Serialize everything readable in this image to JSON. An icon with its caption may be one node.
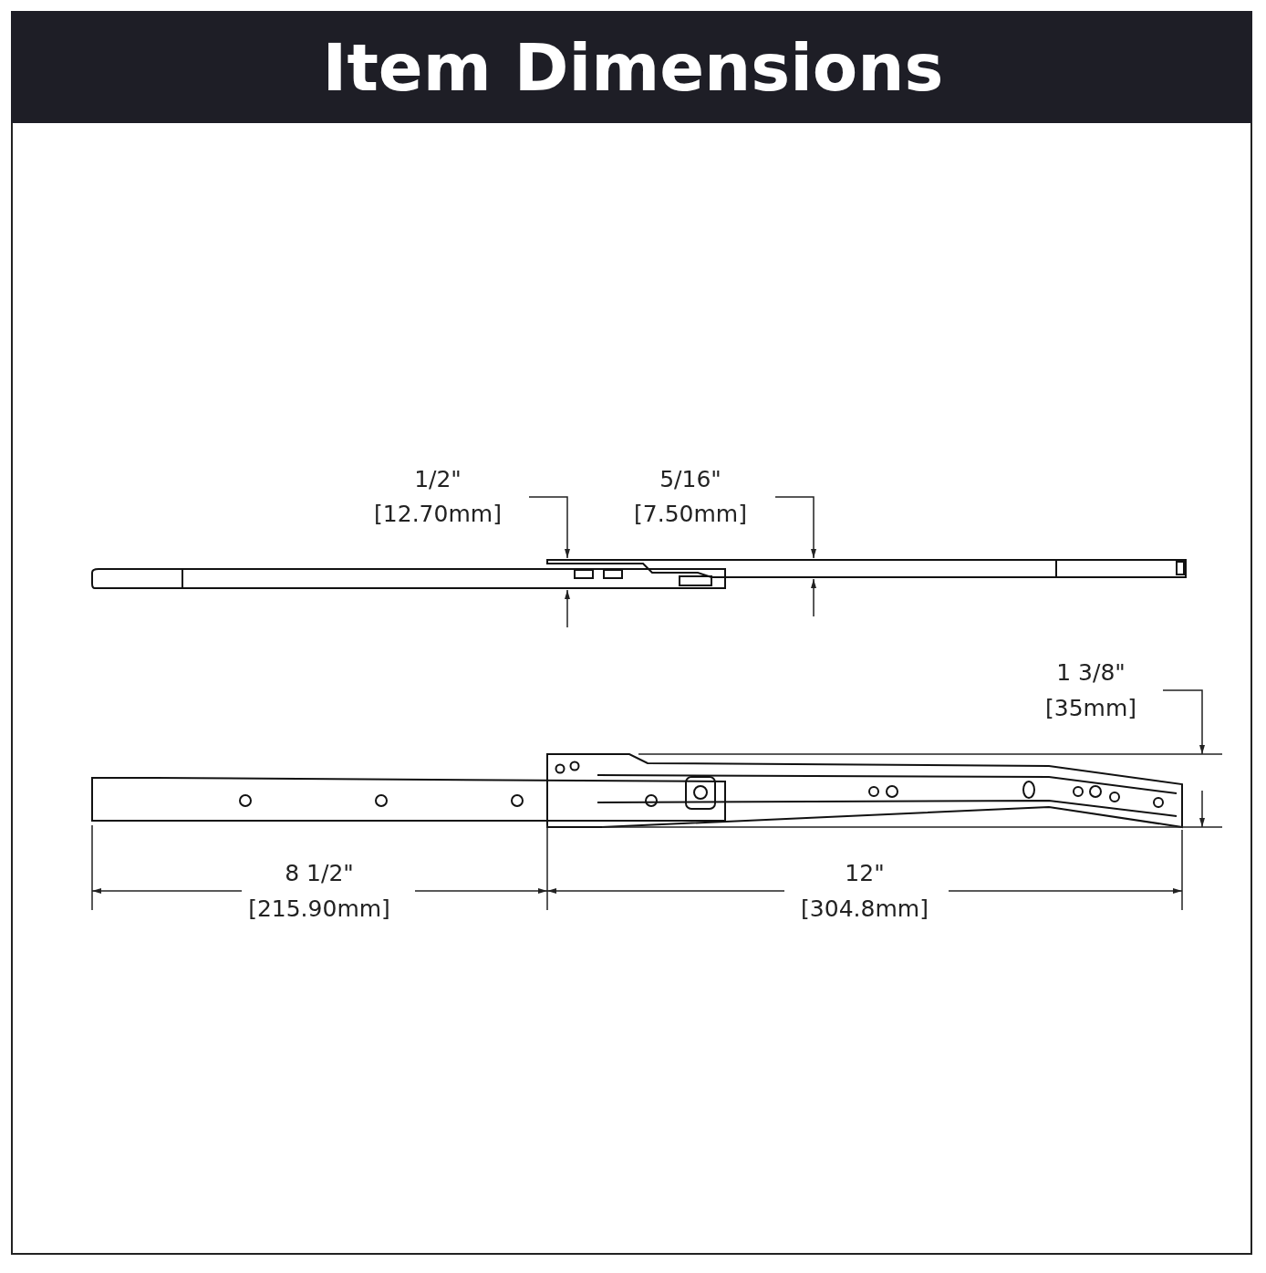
{
  "diagram": {
    "title": "Item Dimensions",
    "labels": [
      "1/2\"",
      "[12.70mm]",
      "5/16\"",
      "[7.50mm]",
      "1 3/8\"",
      "[35mm]",
      "8 1/2\"",
      "[215.90mm]",
      "12\"",
      "[304.8mm]"
    ]
  }
}
